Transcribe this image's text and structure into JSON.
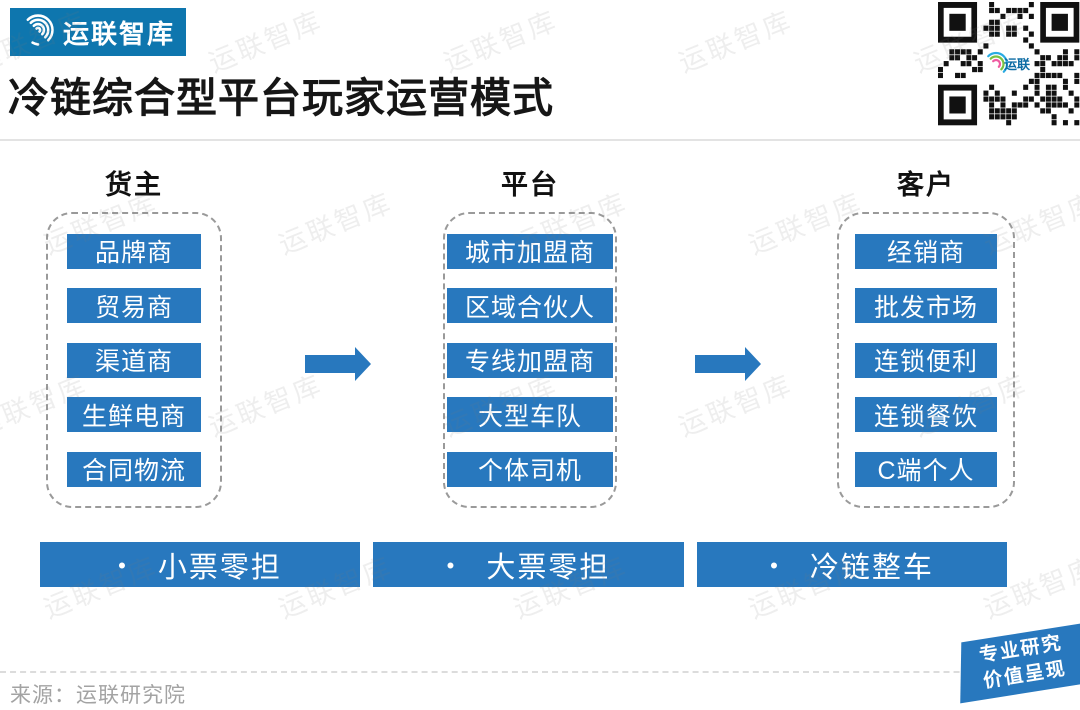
{
  "brand": {
    "logo_text": "运联智库",
    "qr_center_label": "运联"
  },
  "title": "冷链综合型平台玩家运营模式",
  "flow": {
    "columns": [
      {
        "header": "货主",
        "items": [
          "品牌商",
          "贸易商",
          "渠道商",
          "生鲜电商",
          "合同物流"
        ]
      },
      {
        "header": "平台",
        "items": [
          "城市加盟商",
          "区域合伙人",
          "专线加盟商",
          "大型车队",
          "个体司机"
        ]
      },
      {
        "header": "客户",
        "items": [
          "经销商",
          "批发市场",
          "连锁便利",
          "连锁餐饮",
          "C端个人"
        ]
      }
    ]
  },
  "service_bars": [
    {
      "bullet": "•",
      "label": "小票零担"
    },
    {
      "bullet": "•",
      "label": "大票零担"
    },
    {
      "bullet": "•",
      "label": "冷链整车"
    }
  ],
  "footer": {
    "source": "来源：运联研究院"
  },
  "badge": {
    "line1": "专业研究",
    "line2": "价值呈现"
  },
  "watermark_text": "运联智库",
  "colors": {
    "primary_blue": "#2878BE",
    "logo_blue": "#0E76AE",
    "qr_dark": "#111111"
  }
}
